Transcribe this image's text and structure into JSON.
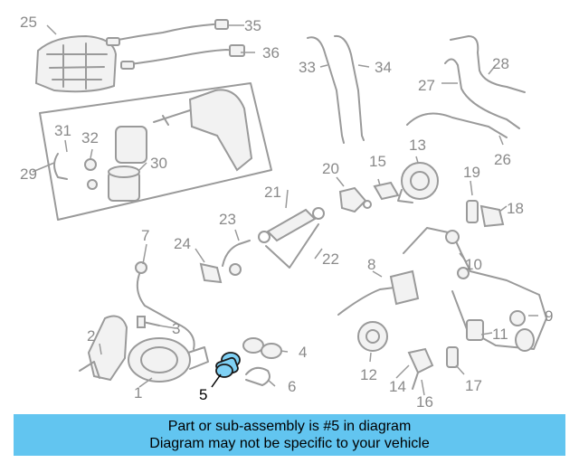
{
  "callouts": {
    "c1": "1",
    "c2": "2",
    "c3": "3",
    "c4": "4",
    "c5": "5",
    "c6": "6",
    "c7": "7",
    "c8": "8",
    "c9": "9",
    "c10": "10",
    "c11": "11",
    "c12": "12",
    "c13": "13",
    "c14": "14",
    "c15": "15",
    "c16": "16",
    "c17": "17",
    "c18": "18",
    "c19": "19",
    "c20": "20",
    "c21": "21",
    "c22": "22",
    "c23": "23",
    "c24": "24",
    "c25": "25",
    "c26": "26",
    "c27": "27",
    "c28": "28",
    "c29": "29",
    "c30": "30",
    "c31": "31",
    "c32": "32",
    "c33": "33",
    "c34": "34",
    "c35": "35",
    "c36": "36"
  },
  "highlighted_callout": "5",
  "colors": {
    "banner_bg": "#62c5f0",
    "highlight_part": "#7fd1f5",
    "line_art": "#9a9a9a"
  },
  "banner": {
    "line1": "Part or sub-assembly is #5 in diagram",
    "line2": "Diagram may not be specific to your vehicle"
  }
}
